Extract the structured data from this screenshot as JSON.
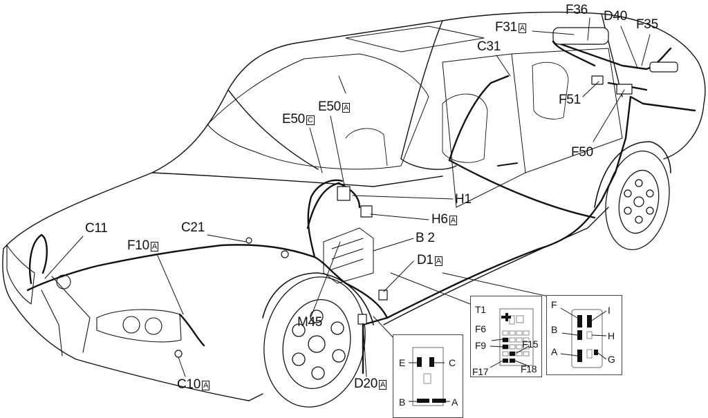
{
  "labels": {
    "F36": "F36",
    "D40": "D40",
    "F35": "F35",
    "F31": "F31",
    "F31_tag": "A",
    "C31": "C31",
    "E50": "E50",
    "E50_tag": "A",
    "E50C": "E50",
    "E50C_tag": "C",
    "F51": "F51",
    "F50": "F50",
    "H1": "H1",
    "H6": "H6",
    "H6_tag": "A",
    "B2": "B 2",
    "D1": "D1",
    "D1_tag": "A",
    "C11": "C11",
    "C21": "C21",
    "F10": "F10",
    "F10_tag": "A",
    "M45": "M45",
    "C10": "C10",
    "C10_tag": "A",
    "D20": "D20",
    "D20_tag": "A"
  },
  "connector_panel": {
    "E": "E",
    "C": "C",
    "B": "B",
    "A": "A"
  },
  "fuse_panel": {
    "T1": "T1",
    "F6": "F6",
    "F9": "F9",
    "F15": "F15",
    "F17": "F17",
    "F18": "F18"
  },
  "relay_panel": {
    "F": "F",
    "I": "I",
    "B": "B",
    "H": "H",
    "A": "A",
    "G": "G"
  }
}
